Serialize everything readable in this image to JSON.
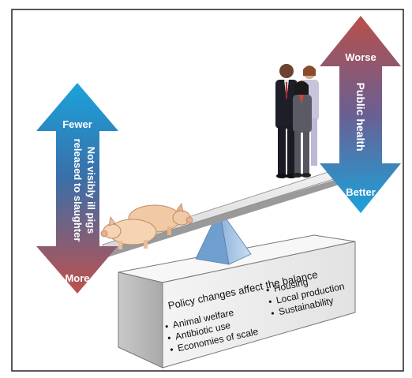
{
  "left_arrow": {
    "top_label": "Fewer",
    "bottom_label": "More",
    "caption_line1": "Not visibly ill pigs",
    "caption_line2": "released to slaughter",
    "color_top": "#1f9fd8",
    "color_bottom": "#c0504d"
  },
  "right_arrow": {
    "top_label": "Worse",
    "bottom_label": "Better",
    "caption": "Public health",
    "color_top": "#b24a4a",
    "color_bottom": "#1f9fd8"
  },
  "box": {
    "title": "Policy changes affect the balance",
    "left_items": [
      "Animal welfare",
      "Antibiotic use",
      "Economies of scale"
    ],
    "right_items": [
      "Housing",
      "Local production",
      "Sustainability"
    ]
  },
  "icons": {
    "pigs": "pigs-illustration",
    "people": "people-illustration",
    "fulcrum": "fulcrum-pyramid"
  }
}
